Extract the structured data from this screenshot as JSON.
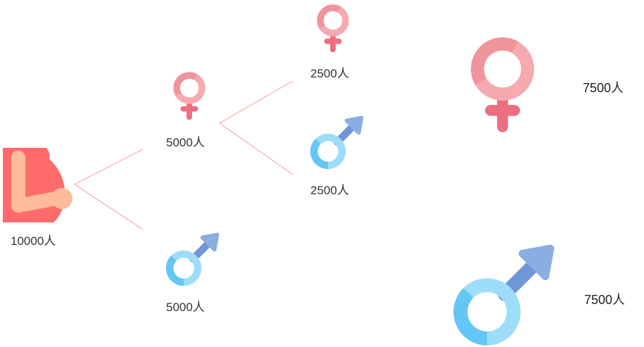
{
  "colors": {
    "female_dark": "#f0949b",
    "female_light": "#f6aab0",
    "female_stem": "#ea6f80",
    "male_dark": "#62c7f4",
    "male_light": "#9dddfa",
    "male_arrow": "#8aaee2",
    "male_arrow_dark": "#6f96d6",
    "person_body": "#ff6b6b",
    "person_arm": "#ffbc9a",
    "connector": "#f08a8a"
  },
  "icons": {
    "root": "pregnant-person-icon",
    "female": "female-symbol-icon",
    "male": "male-symbol-icon"
  },
  "tree": {
    "root_label": "10000人",
    "level1_female_label": "5000人",
    "level1_male_label": "5000人",
    "level2_female_label": "2500人",
    "level2_male_label": "2500人"
  },
  "totals": {
    "female_label": "7500人",
    "male_label": "7500人"
  }
}
